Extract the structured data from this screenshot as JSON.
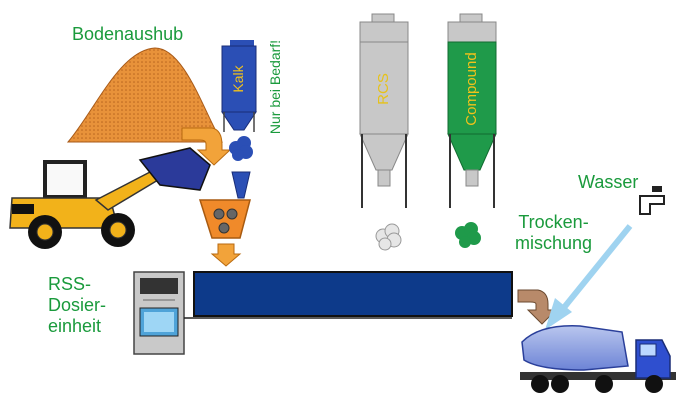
{
  "labels": {
    "soil": "Bodenaushub",
    "rss_line1": "RSS-",
    "rss_line2": "Dosier-",
    "rss_line3": "einheit",
    "water": "Wasser",
    "dry_line1": "Trocken-",
    "dry_line2": "mischung",
    "lime": "Kalk",
    "as_needed": "Nur bei Bedarf!",
    "silo_rsc": "RCS",
    "silo_compound": "Compound"
  },
  "colors": {
    "label_green": "#1a9a3c",
    "soil_orange": "#e8923a",
    "arrow_orange": "#f2a33a",
    "conveyor_blue": "#0d3a8a",
    "lime_blue": "#2b4fb5",
    "compound_green": "#1f9a4a",
    "silo_grey": "#c8c8c8",
    "mixer_orange": "#f08a2a",
    "loader_yellow": "#f2b21a",
    "truck_blue": "#2f4fcf",
    "water_arrow": "#9fd3f0"
  },
  "icons": [
    "wheel-loader",
    "soil-pile",
    "lime-silo",
    "rsc-silo",
    "compound-silo",
    "mixer-hopper",
    "conveyor-belt",
    "control-panel",
    "water-tap",
    "concrete-mixer-truck"
  ]
}
